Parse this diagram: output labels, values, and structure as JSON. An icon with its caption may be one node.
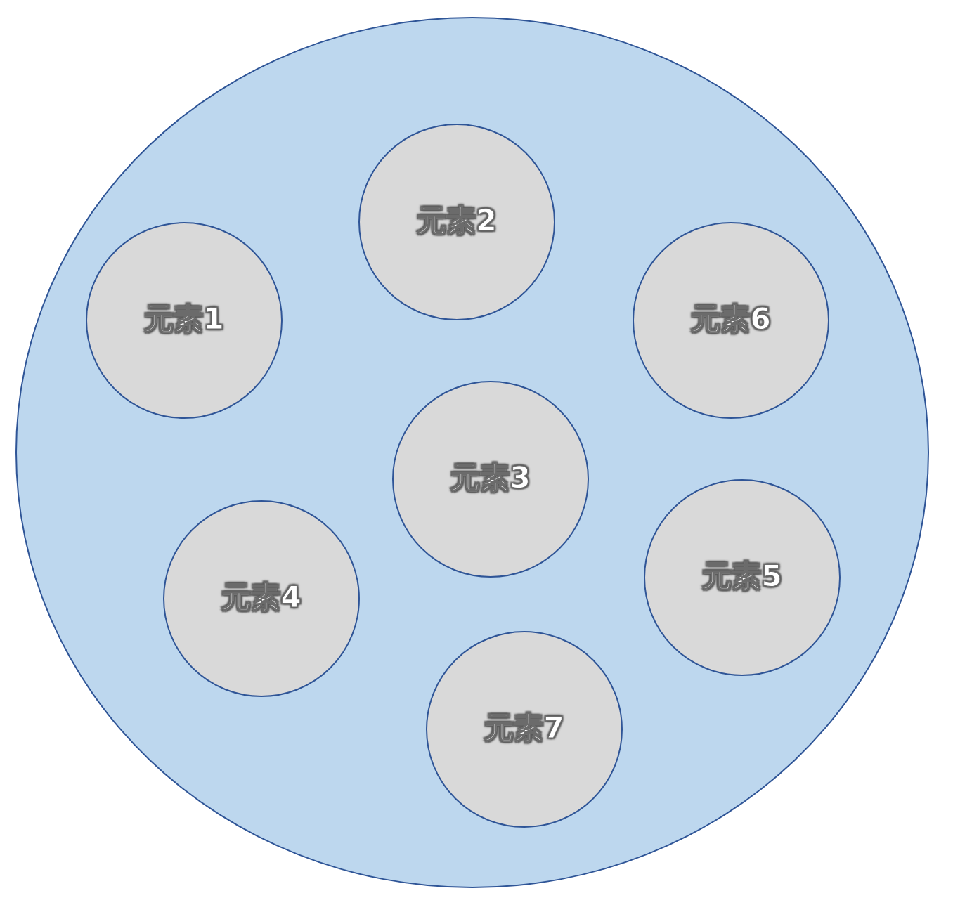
{
  "diagram": {
    "nodes": [
      {
        "text": [],
        "shape": "circle"
      },
      {
        "text": [
          "元素1"
        ],
        "in": 0
      },
      {
        "text": [
          "元素2"
        ],
        "in": 0
      },
      {
        "text": [
          "元素3"
        ],
        "in": 0
      },
      {
        "text": [
          "元素4"
        ],
        "in": 0
      },
      {
        "text": [
          "元素5"
        ],
        "in": 0
      },
      {
        "text": [
          "元素6"
        ],
        "in": 0
      },
      {
        "text": [
          "元素7"
        ],
        "in": 0
      }
    ]
  }
}
